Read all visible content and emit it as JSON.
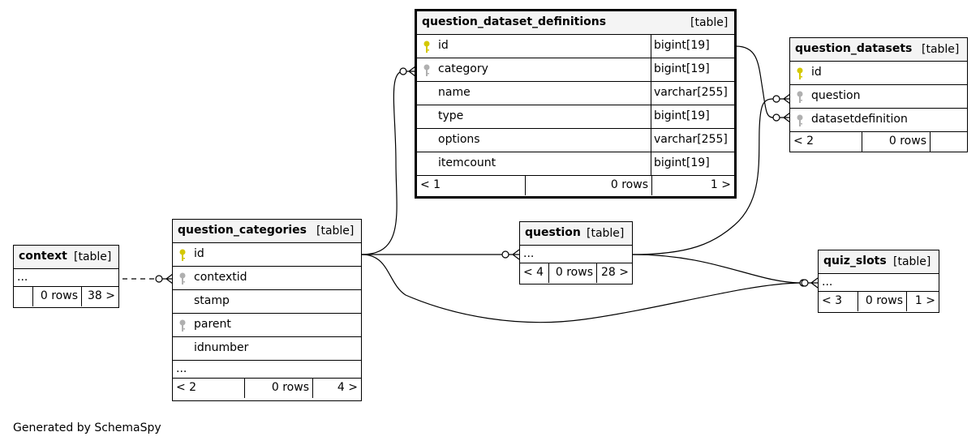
{
  "footer_note": "Generated by SchemaSpy",
  "tables": {
    "question_dataset_definitions": {
      "name": "question_dataset_definitions",
      "tag": "[table]",
      "columns": [
        {
          "name": "id",
          "type": "bigint[19]",
          "key": "primary"
        },
        {
          "name": "category",
          "type": "bigint[19]",
          "key": "foreign"
        },
        {
          "name": "name",
          "type": "varchar[255]",
          "key": ""
        },
        {
          "name": "type",
          "type": "bigint[19]",
          "key": ""
        },
        {
          "name": "options",
          "type": "varchar[255]",
          "key": ""
        },
        {
          "name": "itemcount",
          "type": "bigint[19]",
          "key": ""
        }
      ],
      "footer": {
        "parents": "< 1",
        "rows": "0 rows",
        "children": "1 >"
      }
    },
    "question_datasets": {
      "name": "question_datasets",
      "tag": "[table]",
      "columns": [
        {
          "name": "id",
          "key": "primary"
        },
        {
          "name": "question",
          "key": "foreign"
        },
        {
          "name": "datasetdefinition",
          "key": "foreign"
        }
      ],
      "footer": {
        "parents": "< 2",
        "rows": "0 rows",
        "children": ""
      }
    },
    "question_categories": {
      "name": "question_categories",
      "tag": "[table]",
      "columns": [
        {
          "name": "id",
          "key": "primary"
        },
        {
          "name": "contextid",
          "key": "foreign"
        },
        {
          "name": "stamp",
          "key": ""
        },
        {
          "name": "parent",
          "key": "foreign"
        },
        {
          "name": "idnumber",
          "key": ""
        }
      ],
      "ellipsis": "...",
      "footer": {
        "parents": "< 2",
        "rows": "0 rows",
        "children": "4 >"
      }
    },
    "context": {
      "name": "context",
      "tag": "[table]",
      "ellipsis": "...",
      "footer": {
        "parents": "",
        "rows": "0 rows",
        "children": "38 >"
      }
    },
    "question": {
      "name": "question",
      "tag": "[table]",
      "ellipsis": "...",
      "footer": {
        "parents": "< 4",
        "rows": "0 rows",
        "children": "28 >"
      }
    },
    "quiz_slots": {
      "name": "quiz_slots",
      "tag": "[table]",
      "ellipsis": "...",
      "footer": {
        "parents": "< 3",
        "rows": "0 rows",
        "children": "1 >"
      }
    }
  },
  "colors": {
    "primary_key": "#d4c800",
    "foreign_key": "#b0b0b0",
    "header_bg": "#f4f4f4"
  }
}
